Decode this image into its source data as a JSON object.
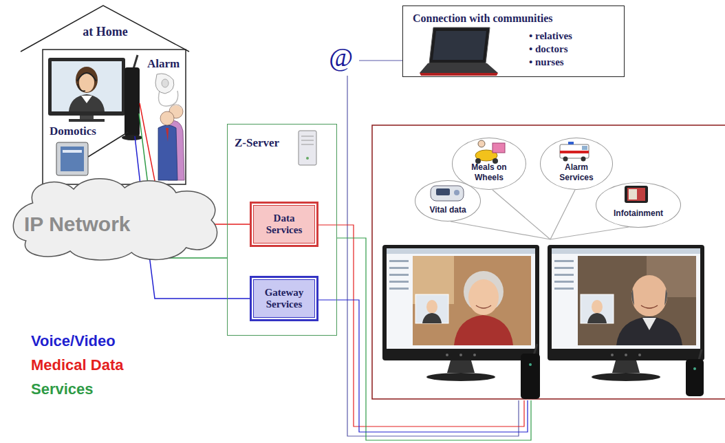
{
  "diagram": {
    "nodes": [
      {
        "text": [
          "at Home"
        ]
      },
      {
        "text": [
          "IP Network"
        ]
      },
      {
        "text": [
          "Z-Server"
        ]
      },
      {
        "text": [
          "Data Services"
        ],
        "in": 2
      },
      {
        "text": [
          "Gateway Services"
        ],
        "in": 2
      },
      {
        "text": [
          "Connection with communities",
          "• relatives",
          "• doctors",
          "• nurses"
        ]
      },
      {
        "text": [
          "Vital data"
        ]
      },
      {
        "text": [
          "Meals on Wheels"
        ]
      },
      {
        "text": [
          "Alarm Services"
        ]
      },
      {
        "text": [
          "Infotainment"
        ]
      }
    ],
    "edges": [
      {
        "from": 0,
        "to": 3,
        "arrow": "none"
      },
      {
        "from": 0,
        "to": 2,
        "arrow": "none"
      },
      {
        "from": 0,
        "to": 4,
        "arrow": "none"
      }
    ],
    "labels": [
      "Alarm",
      "Domotics",
      "@"
    ],
    "legend": [
      {
        "text": "Voice/Video",
        "color": "#1f1fd0"
      },
      {
        "text": "Medical Data",
        "color": "#e41e1e"
      },
      {
        "text": "Services",
        "color": "#2e9b46"
      }
    ]
  }
}
